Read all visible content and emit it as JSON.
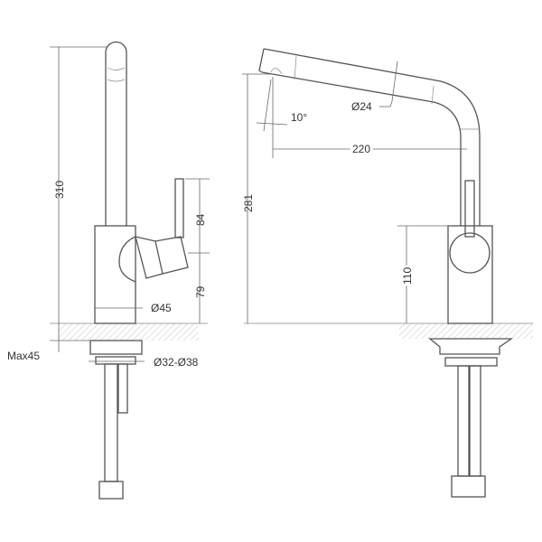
{
  "title": "Kitchen faucet technical drawing",
  "side_view": {
    "height_label": "310",
    "lever_height_label": "84",
    "handle_height_label": "79",
    "body_diameter_label": "Ø45",
    "max_deck_label": "Max45",
    "hole_diameter_label": "Ø32-Ø38"
  },
  "front_view": {
    "height_label": "281",
    "angle_label": "10°",
    "reach_label": "220",
    "spout_diameter_label": "Ø24",
    "body_height_label": "110"
  },
  "colors": {
    "line": "#555555",
    "hatch": "#999999"
  }
}
